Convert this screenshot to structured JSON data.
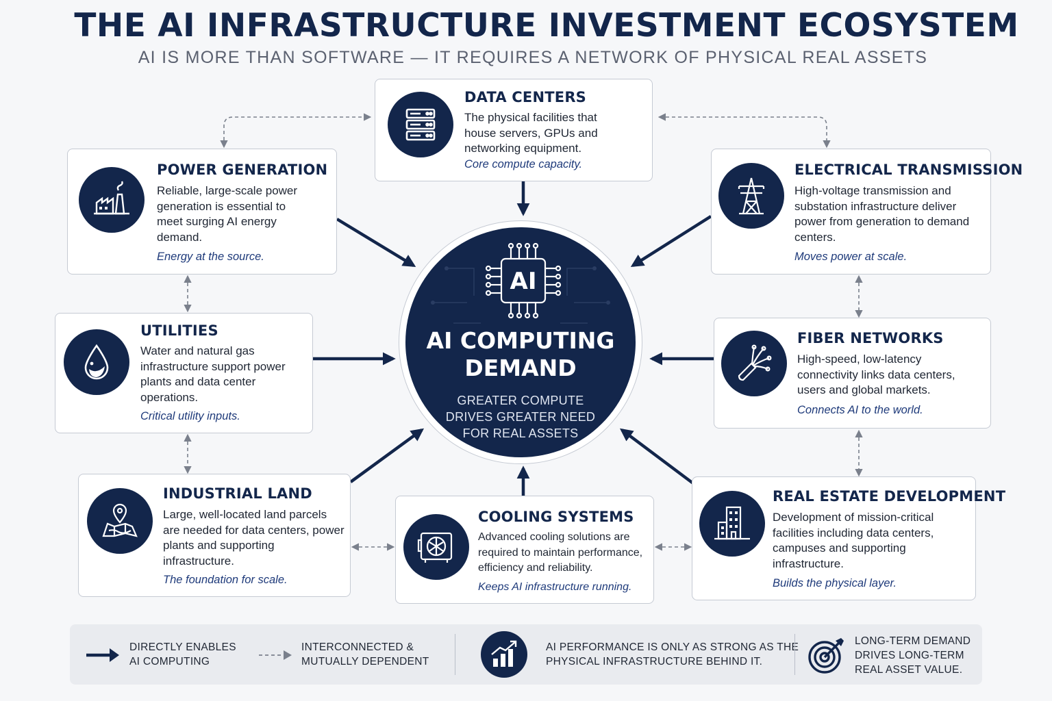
{
  "header": {
    "title": "THE AI INFRASTRUCTURE INVESTMENT ECOSYSTEM",
    "subtitle": "AI IS MORE THAN SOFTWARE — IT REQUIRES A NETWORK OF PHYSICAL REAL ASSETS"
  },
  "hub": {
    "chip_label": "AI",
    "title_line1": "AI COMPUTING",
    "title_line2": "DEMAND",
    "sub_line1": "GREATER COMPUTE",
    "sub_line2": "DRIVES GREATER NEED",
    "sub_line3": "FOR REAL ASSETS"
  },
  "cards": {
    "data_centers": {
      "icon": "server-rack-icon",
      "title": "DATA CENTERS",
      "desc": "The physical facilities that house servers, GPUs and networking equipment.",
      "tag": "Core compute capacity."
    },
    "power_generation": {
      "icon": "power-plant-icon",
      "title": "POWER GENERATION",
      "desc": "Reliable, large-scale power generation is essential to meet surging AI energy demand.",
      "tag": "Energy at the source."
    },
    "electrical_transmission": {
      "icon": "transmission-tower-icon",
      "title": "ELECTRICAL TRANSMISSION",
      "desc": "High-voltage transmission and substation infrastructure deliver power from generation to demand centers.",
      "tag": "Moves power at scale."
    },
    "utilities": {
      "icon": "water-drop-icon",
      "title": "UTILITIES",
      "desc": "Water and natural gas infrastructure support power plants and data center operations.",
      "tag": "Critical utility inputs."
    },
    "fiber_networks": {
      "icon": "fiber-cable-icon",
      "title": "FIBER NETWORKS",
      "desc": "High-speed, low-latency connectivity links data centers, users and global markets.",
      "tag": "Connects AI to the world."
    },
    "industrial_land": {
      "icon": "map-pin-icon",
      "title": "INDUSTRIAL LAND",
      "desc": "Large, well-located land parcels are needed for data centers, power plants and supporting infrastructure.",
      "tag": "The foundation for scale."
    },
    "cooling_systems": {
      "icon": "cooling-unit-icon",
      "title": "COOLING SYSTEMS",
      "desc": "Advanced cooling solutions are required to maintain performance, efficiency and reliability.",
      "tag": "Keeps AI infrastructure running."
    },
    "real_estate": {
      "icon": "building-icon",
      "title": "REAL ESTATE DEVELOPMENT",
      "desc": "Development of mission-critical facilities including data centers, campuses and supporting infrastructure.",
      "tag": "Builds the physical layer."
    }
  },
  "legend": {
    "direct_line1": "DIRECTLY ENABLES",
    "direct_line2": "AI COMPUTING",
    "inter_line1": "INTERCONNECTED &",
    "inter_line2": "MUTUALLY DEPENDENT",
    "perf_line1": "AI PERFORMANCE IS ONLY AS STRONG AS THE",
    "perf_line2": "PHYSICAL INFRASTRUCTURE BEHIND IT.",
    "value_line1": "LONG-TERM DEMAND",
    "value_line2": "DRIVES LONG-TERM",
    "value_line3": "REAL ASSET VALUE."
  },
  "colors": {
    "navy": "#13264b",
    "accent_text": "#1e3a7a",
    "connector_dashed": "#7a808c"
  }
}
